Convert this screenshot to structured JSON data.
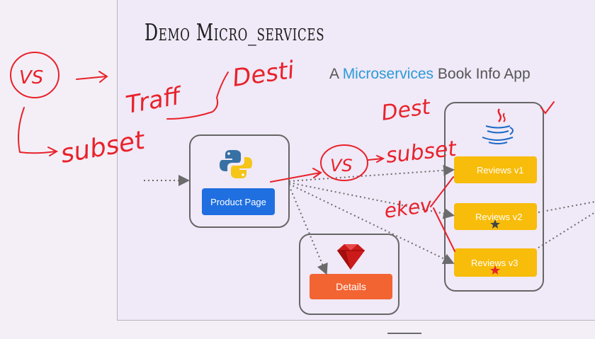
{
  "slide": {
    "title": "Demo Micro_services",
    "subtitle_prefix": "A ",
    "subtitle_accent": "Microservices",
    "subtitle_suffix": " Book Info App",
    "accent_color": "#2b9bd6"
  },
  "services": {
    "product_page": {
      "label": "Product Page",
      "icon": "python-icon",
      "color": "#1f6fe0"
    },
    "details": {
      "label": "Details",
      "icon": "ruby-icon",
      "color": "#f26432"
    },
    "reviews_group_icon": "java-icon",
    "reviews": [
      {
        "label": "Reviews  v1",
        "star": ""
      },
      {
        "label": "Reviews v2",
        "star": "black"
      },
      {
        "label": "Reviews v3",
        "star": "red"
      }
    ],
    "reviews_color": "#f8bc0a"
  },
  "annotations": {
    "ink_color": "#e8222b",
    "vs_left": "VS",
    "subset_left": "subset",
    "traff": "Traff",
    "desti": "Desti",
    "dest": "Dest",
    "vs_mid": "VS",
    "subset_mid": "subset",
    "ekev": "ekev"
  }
}
